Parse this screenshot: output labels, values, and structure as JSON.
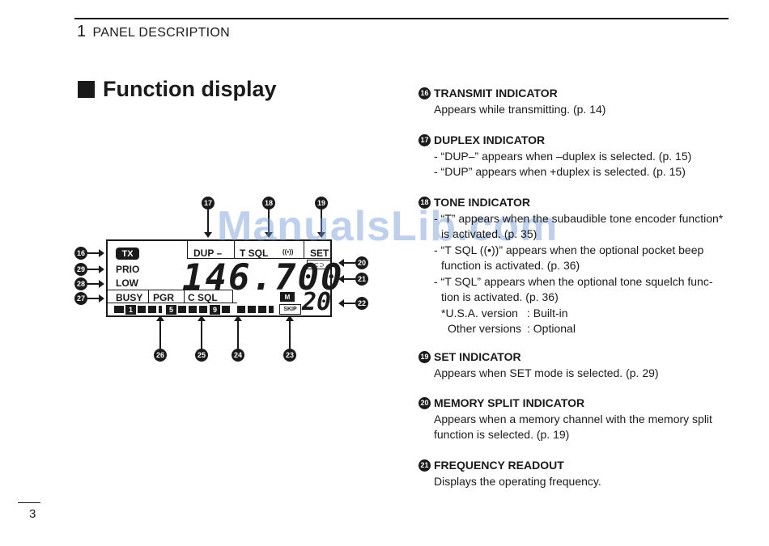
{
  "header": {
    "chapter_number": "1",
    "chapter_title": "PANEL DESCRIPTION"
  },
  "section_title": "Function display",
  "watermark": "ManualsLib.com",
  "page_number": "3",
  "lcd": {
    "tx": "TX",
    "prio": "PRIO",
    "low": "LOW",
    "busy": "BUSY",
    "pgr": "PGR",
    "csql": "C SQL",
    "dup": "DUP –",
    "tsql": "T SQL",
    "tsql_icon": "((•))",
    "set": "SET",
    "frequency": "146.700",
    "memory": "M",
    "skip": "SKIP",
    "channel": "20",
    "bar_num_1": "1",
    "bar_num_5": "5",
    "bar_num_9": "9"
  },
  "callouts": {
    "c16": "16",
    "c17": "17",
    "c18": "18",
    "c19": "19",
    "c20": "20",
    "c21": "21",
    "c22": "22",
    "c23": "23",
    "c24": "24",
    "c25": "25",
    "c26": "26",
    "c27": "27",
    "c28": "28",
    "c29": "29"
  },
  "items": {
    "transmit": {
      "number": "16",
      "title": "TRANSMIT INDICATOR",
      "l1": "Appears while transmitting. (p. 14)"
    },
    "duplex": {
      "number": "17",
      "title": "DUPLEX INDICATOR",
      "l1": "- “DUP–” appears when –duplex is selected. (p. 15)",
      "l2": "- “DUP” appears when +duplex is selected. (p. 15)"
    },
    "tone": {
      "number": "18",
      "title": "TONE INDICATOR",
      "l1": "- “T” appears when the subaudible tone encoder function*",
      "l2": "is activated. (p. 35)",
      "l3": "- “T SQL ((•))” appears when the optional pocket beep",
      "l4": "function is activated. (p. 36)",
      "l5": "- “T SQL” appears when the optional tone squelch func-",
      "l6": "tion is activated. (p. 36)",
      "n1k": "*U.S.A. version",
      "n1v": ":  Built-in",
      "n2k": "Other versions",
      "n2v": ":  Optional"
    },
    "set": {
      "number": "19",
      "title": "SET INDICATOR",
      "l1": "Appears when SET mode is selected. (p. 29)"
    },
    "memsplit": {
      "number": "20",
      "title": "MEMORY SPLIT INDICATOR",
      "l1": "Appears when a memory channel with the memory split",
      "l2": "function is selected. (p. 19)"
    },
    "freq": {
      "number": "21",
      "title": "FREQUENCY READOUT",
      "l1": "Displays the operating frequency."
    }
  }
}
